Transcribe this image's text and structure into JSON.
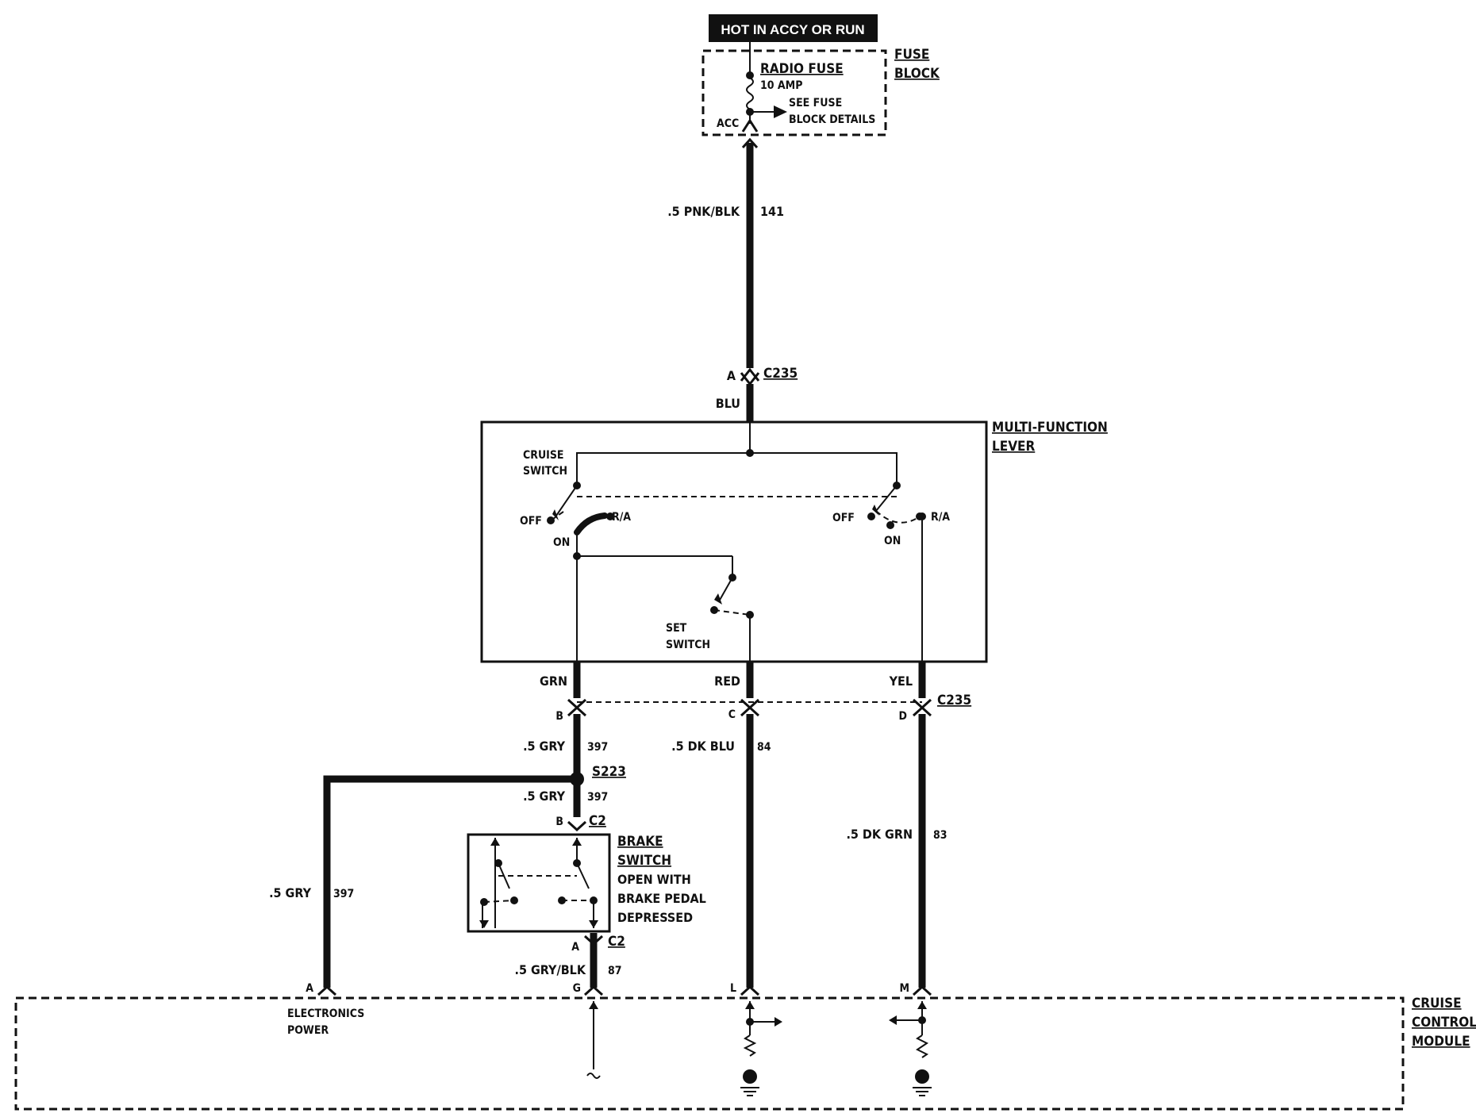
{
  "header": {
    "hot_label": "HOT IN ACCY OR RUN"
  },
  "fuse_block": {
    "title_line1": "FUSE",
    "title_line2": "BLOCK",
    "fuse_name": "RADIO FUSE",
    "fuse_rating": "10 AMP",
    "see_details_line1": "SEE FUSE",
    "see_details_line2": "BLOCK DETAILS",
    "acc_label": "ACC"
  },
  "wire_top": {
    "gauge_color": ".5 PNK/BLK",
    "circuit": "141"
  },
  "connector_c235_top": {
    "pin": "A",
    "name": "C235",
    "wire_color": "BLU"
  },
  "multi_function_lever": {
    "title_line1": "MULTI-FUNCTION",
    "title_line2": "LEVER",
    "cruise_switch_line1": "CRUISE",
    "cruise_switch_line2": "SWITCH",
    "off_left": "OFF",
    "ra_left": "R/A",
    "on_left": "ON",
    "off_right": "OFF",
    "ra_right": "R/A",
    "on_right": "ON",
    "set_switch_line1": "SET",
    "set_switch_line2": "SWITCH"
  },
  "connector_c235_bottom": {
    "name": "C235",
    "wire_colors": [
      "GRN",
      "RED",
      "YEL"
    ],
    "pins": [
      "B",
      "C",
      "D"
    ]
  },
  "wires_lower": {
    "left_upper": {
      "gauge_color": ".5 GRY",
      "circuit": "397"
    },
    "splice": "S223",
    "left_lower": {
      "gauge_color": ".5 GRY",
      "circuit": "397"
    },
    "far_left": {
      "gauge_color": ".5 GRY",
      "circuit": "397"
    },
    "middle": {
      "gauge_color": ".5 DK BLU",
      "circuit": "84"
    },
    "right": {
      "gauge_color": ".5 DK GRN",
      "circuit": "83"
    },
    "brake_out": {
      "gauge_color": ".5 GRY/BLK",
      "circuit": "87"
    }
  },
  "brake_switch": {
    "title_line1": "BRAKE",
    "title_line2": "SWITCH",
    "desc_line1": "OPEN WITH",
    "desc_line2": "BRAKE PEDAL",
    "desc_line3": "DEPRESSED",
    "conn_in_pin": "B",
    "conn_in_name": "C2",
    "conn_out_pin": "A",
    "conn_out_name": "C2"
  },
  "cruise_module": {
    "title_line1": "CRUISE",
    "title_line2": "CONTROL",
    "title_line3": "MODULE",
    "pins": [
      "A",
      "G",
      "L",
      "M"
    ],
    "electronics_line1": "ELECTRONICS",
    "electronics_line2": "POWER"
  }
}
